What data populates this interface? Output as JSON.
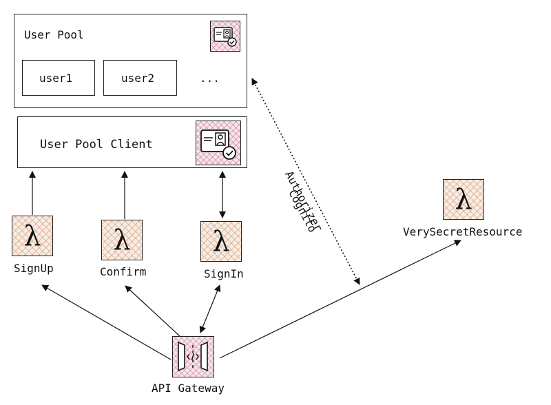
{
  "user_pool": {
    "title": "User Pool",
    "users": [
      "user1",
      "user2"
    ],
    "ellipsis": "..."
  },
  "user_pool_client": {
    "title": "User Pool Client"
  },
  "lambdas": {
    "signup": "SignUp",
    "confirm": "Confirm",
    "signin": "SignIn",
    "secret": "VerySecretResource"
  },
  "lambda_symbol": "λ",
  "api_gateway": {
    "label": "API Gateway"
  },
  "authorizer": {
    "line1": "Cognito",
    "line2": "Authorizer"
  }
}
